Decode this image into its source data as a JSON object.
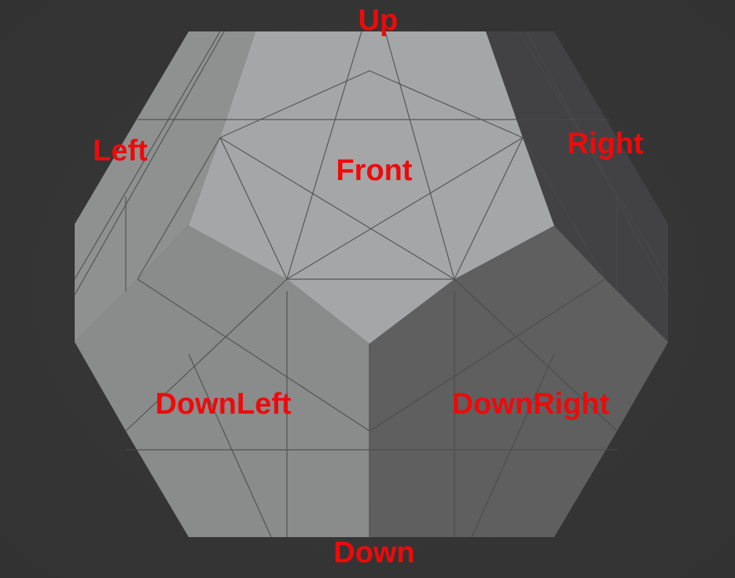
{
  "labels": {
    "up": "Up",
    "left": "Left",
    "front": "Front",
    "right": "Right",
    "down_left": "DownLeft",
    "down_right": "DownRight",
    "down": "Down"
  },
  "colors": {
    "background": "#353535",
    "label": "#ee0a0a",
    "edge": "#4a4a4a",
    "face_front": "#a5a6a8",
    "face_left": "#8f9190",
    "face_right": "#424245",
    "face_down_left": "#8a8b8b",
    "face_down_right": "#5f5f5f",
    "face_down": "#8c8d8c"
  }
}
